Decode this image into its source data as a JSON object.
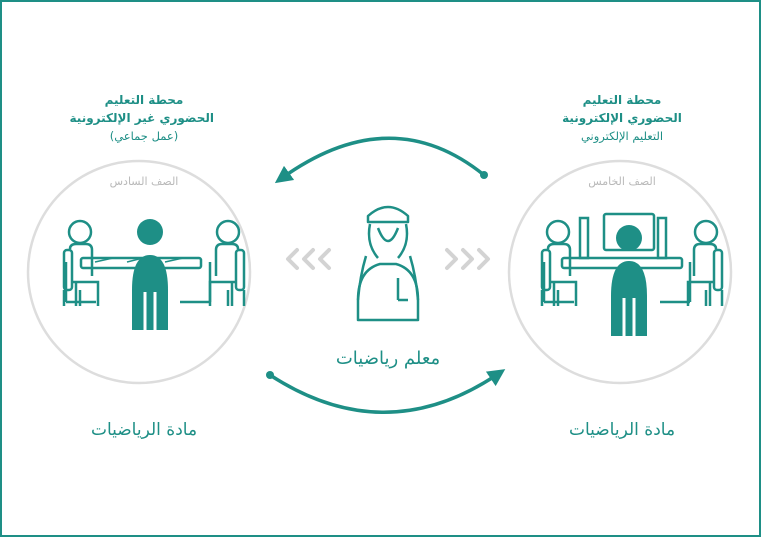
{
  "stations": {
    "left": {
      "title_line1": "محطة التعليم",
      "title_line2": "الحضوري غير الإلكترونية",
      "subtitle": "(عمل جماعي)",
      "grade": "الصف السادس",
      "subject": "مادة الرياضيات",
      "icon": "group-table-icon"
    },
    "right": {
      "title_line1": "محطة التعليم",
      "title_line2": "الحضوري الإلكترونية",
      "subtitle": "التعليم الإلكتروني",
      "grade": "الصف الخامس",
      "subject": "مادة الرياضيات",
      "icon": "computer-lab-icon"
    }
  },
  "center": {
    "teacher_label": "معلم رياضيات",
    "icon": "teacher-icon"
  },
  "colors": {
    "accent": "#1e8f86",
    "circle": "#dddddd",
    "chevron": "#d3d3d3",
    "grade_text": "#b9b9b9"
  }
}
